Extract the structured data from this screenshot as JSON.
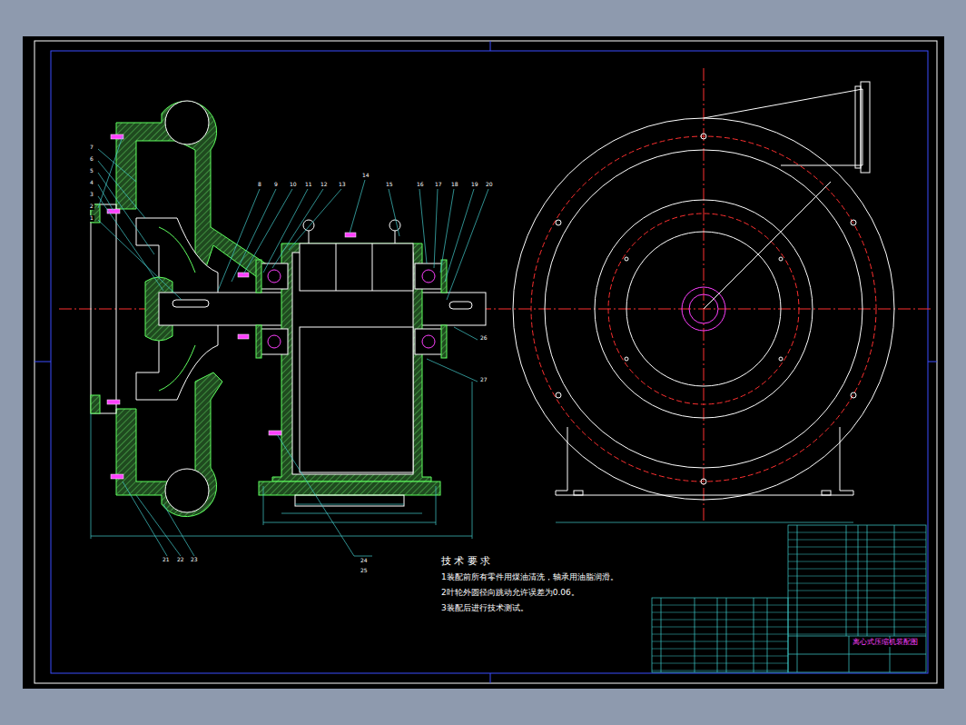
{
  "diagram": {
    "labels": [
      "技 术 要 求",
      "1装配前所有零件用煤油清洗，轴承用油脂润滑。",
      "2叶轮外圆径向跳动允许误差为0.06。",
      "3装配后进行技术测试。",
      "离心式压缩机装配图",
      "7",
      "6",
      "5",
      "4",
      "3",
      "2",
      "1",
      "8",
      "9",
      "10",
      "11",
      "12",
      "13",
      "14",
      "15",
      "16",
      "17",
      "18",
      "19",
      "20",
      "21",
      "22",
      "23",
      "24",
      "25",
      "26",
      "27"
    ]
  }
}
